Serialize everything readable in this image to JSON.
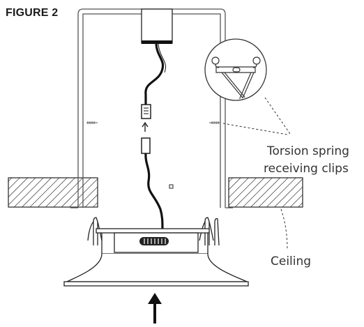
{
  "figure": {
    "title": "FIGURE 2"
  },
  "labels": {
    "torsion_line1": "Torsion spring",
    "torsion_line2": "receiving clips",
    "ceiling": "Ceiling"
  },
  "colors": {
    "ink": "#1a1a1a",
    "outline": "#555555",
    "background": "#ffffff"
  }
}
